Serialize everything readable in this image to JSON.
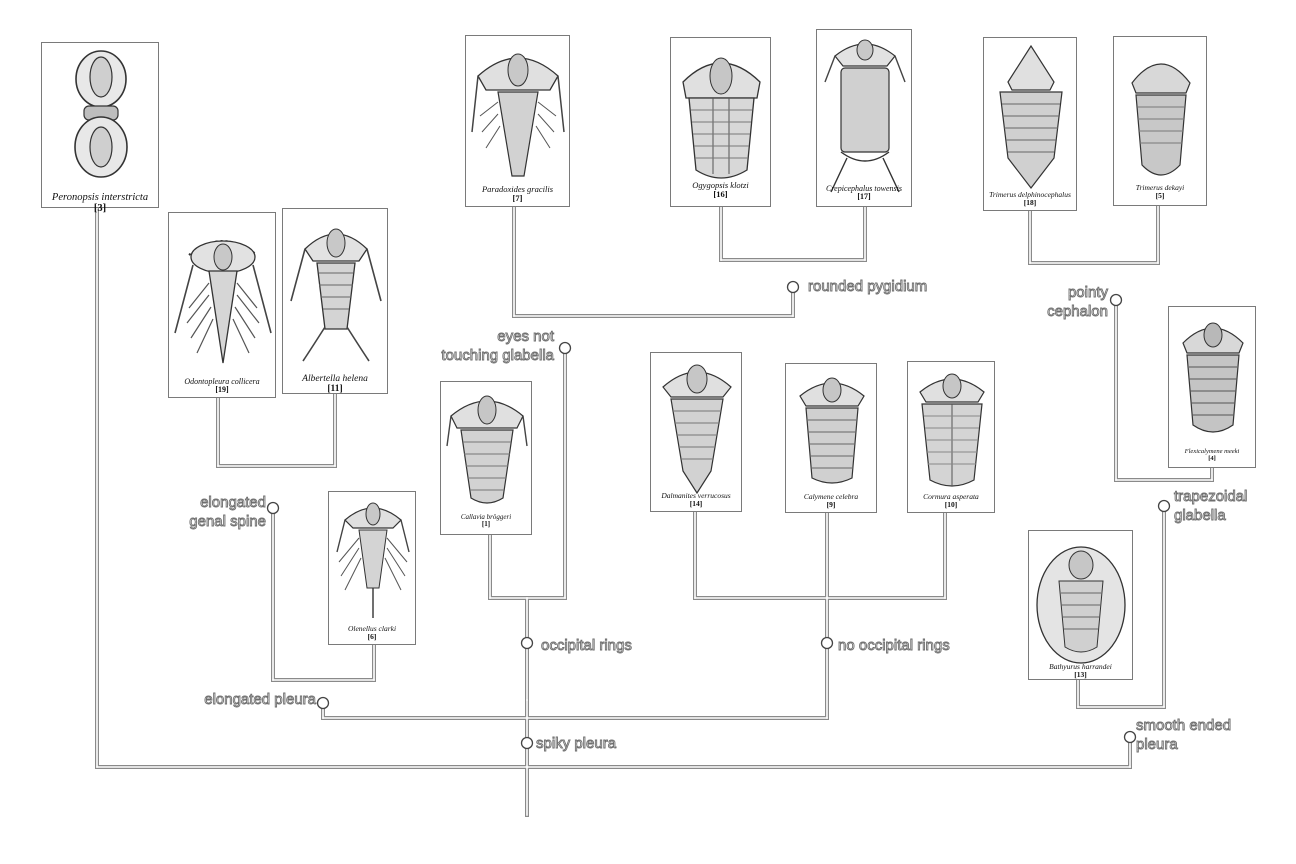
{
  "diagram": {
    "taxa": [
      {
        "id": "peronopsis",
        "name": "Peronopsis interstricta",
        "num": "[3]"
      },
      {
        "id": "odontopleura",
        "name": "Odontopleura collicera",
        "num": "[19]"
      },
      {
        "id": "albertella",
        "name": "Albertella helena",
        "num": "[11]"
      },
      {
        "id": "olenellus",
        "name": "Olenellus clarki",
        "num": "[6]"
      },
      {
        "id": "paradoxides",
        "name": "Paradoxides gracilis",
        "num": "[7]"
      },
      {
        "id": "ogygopsis",
        "name": "Ogygopsis klotzi",
        "num": "[16]"
      },
      {
        "id": "crepicephalus",
        "name": "Crepicephalus towensis",
        "num": "[17]"
      },
      {
        "id": "callavia",
        "name": "Callavia bröggeri",
        "num": "[1]"
      },
      {
        "id": "dalmanites",
        "name": "Dalmanites verrucosus",
        "num": "[14]"
      },
      {
        "id": "calymene",
        "name": "Calymene celebra",
        "num": "[9]"
      },
      {
        "id": "cormura",
        "name": "Cormura asperata",
        "num": "[10]"
      },
      {
        "id": "trimerus18",
        "name": "Trimerus delphinocephalus",
        "num": "[18]"
      },
      {
        "id": "trimerus5",
        "name": "Trimerus dekayi",
        "num": "[5]"
      },
      {
        "id": "flexicalymene",
        "name": "Flexicalymene meeki",
        "num": "[4]"
      },
      {
        "id": "bathyurus",
        "name": "Bathyurus harrandei",
        "num": "[13]"
      }
    ],
    "characters": {
      "rounded_pygidium": "rounded pygidium",
      "eyes_not_touching": [
        "eyes not",
        "touching glabella"
      ],
      "pointy_cephalon": [
        "pointy",
        "cephalon"
      ],
      "elongated_genal_spine": [
        "elongated",
        "genal spine"
      ],
      "trapezoidal_glabella": [
        "trapezoidal",
        "glabella"
      ],
      "occipital_rings": "occipital rings",
      "no_occipital_rings": "no occipital rings",
      "elongated_pleura": "elongated pleura",
      "spiky_pleura": "spiky pleura",
      "smooth_ended_pleura": [
        "smooth ended",
        "pleura"
      ]
    }
  }
}
